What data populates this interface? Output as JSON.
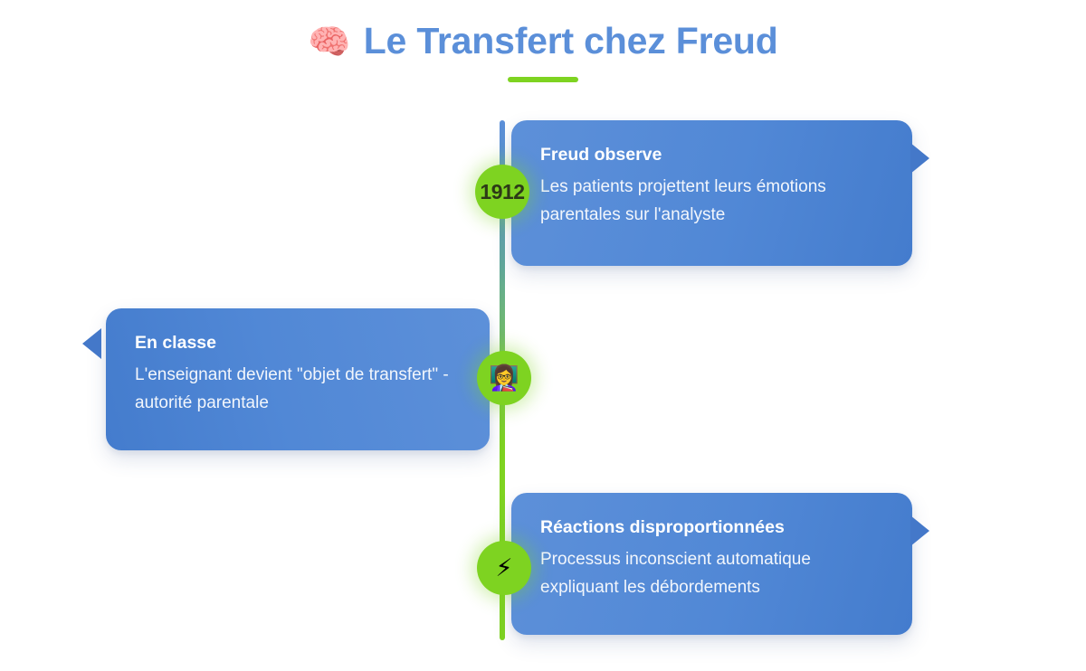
{
  "header": {
    "icon": "brain-icon",
    "icon_glyph": "🧠",
    "title": "Le Transfert chez Freud",
    "accent_color": "#7ed321",
    "title_color": "#5b8fd9"
  },
  "timeline": {
    "spine_gradient_from": "#5b8fd9",
    "spine_gradient_to": "#7ed321",
    "items": [
      {
        "side": "right",
        "marker_type": "year",
        "marker_label": "1912",
        "marker_glyph": "",
        "title": "Freud observe",
        "body": "Les patients projettent leurs émotions parentales sur l'analyste",
        "card_color": "#5188d6",
        "marker_color": "#7ed321"
      },
      {
        "side": "left",
        "marker_type": "emoji",
        "marker_label": "",
        "marker_glyph": "👩‍🏫",
        "title": "En classe",
        "body": "L'enseignant devient \"objet de transfert\" - autorité parentale",
        "card_color": "#5188d6",
        "marker_color": "#7ed321"
      },
      {
        "side": "right",
        "marker_type": "emoji",
        "marker_label": "",
        "marker_glyph": "⚡",
        "title": "Réactions disproportionnées",
        "body": "Processus inconscient automatique expliquant les débordements",
        "card_color": "#5188d6",
        "marker_color": "#7ed321"
      }
    ]
  }
}
